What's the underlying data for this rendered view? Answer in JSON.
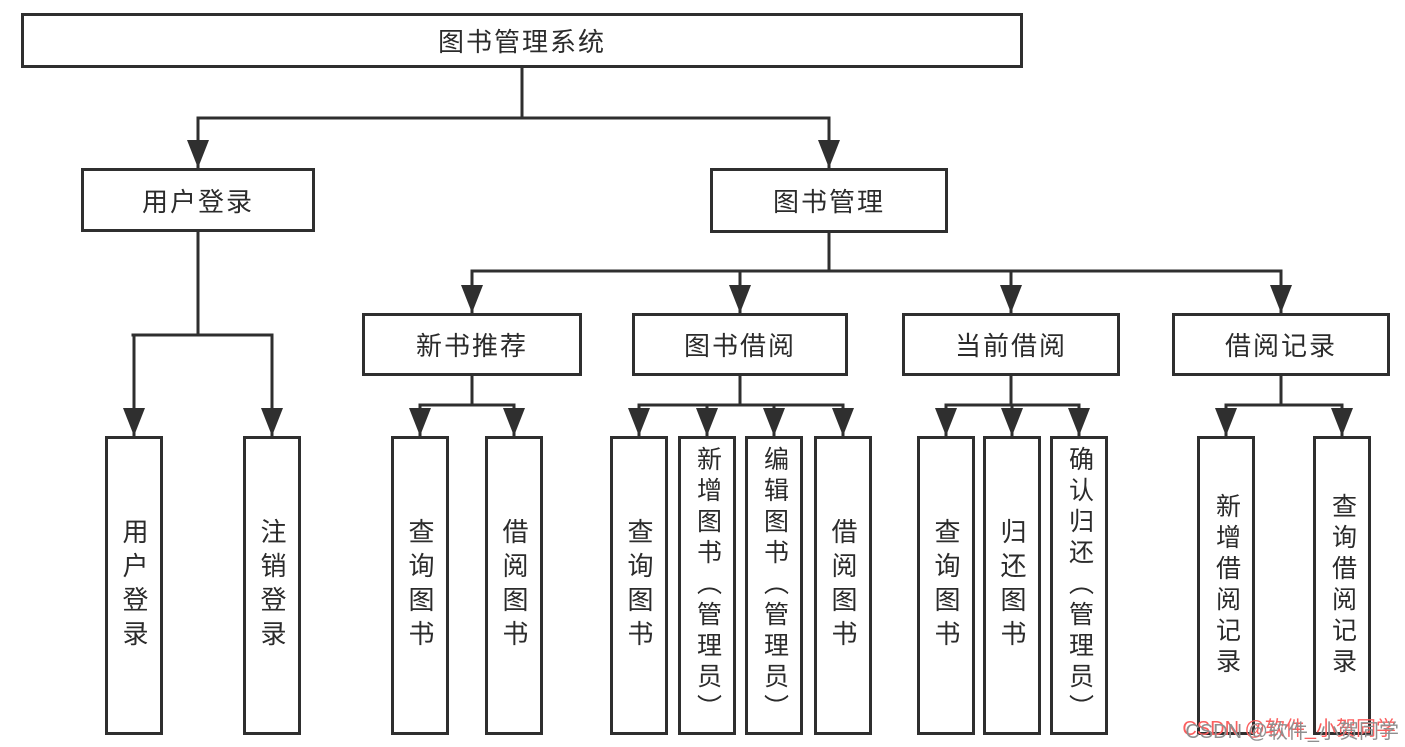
{
  "title": "图书管理系统",
  "tree": {
    "root": {
      "label": "图书管理系统"
    },
    "level2": [
      {
        "label": "用户登录"
      },
      {
        "label": "图书管理"
      }
    ],
    "level3": [
      {
        "label": "新书推荐"
      },
      {
        "label": "图书借阅"
      },
      {
        "label": "当前借阅"
      },
      {
        "label": "借阅记录"
      }
    ],
    "leaves": {
      "user_login": [
        "用户登录",
        "注销登录"
      ],
      "new_book_recommend": [
        "查询图书",
        "借阅图书"
      ],
      "book_borrowing": [
        "查询图书",
        "新增图书（管理员）",
        "编辑图书（管理员）",
        "借阅图书"
      ],
      "current_borrowing": [
        "查询图书",
        "归还图书",
        "确认归还（管理员）"
      ],
      "borrowing_records": [
        "新增借阅记录",
        "查询借阅记录"
      ]
    }
  },
  "watermark": {
    "text": "CSDN @软件_小贺同学"
  },
  "colors": {
    "line": "#2f2f2f",
    "text": "#2b2b2b",
    "watermark_gray": "#8f8f8f",
    "watermark_red": "#fb5f5f"
  }
}
